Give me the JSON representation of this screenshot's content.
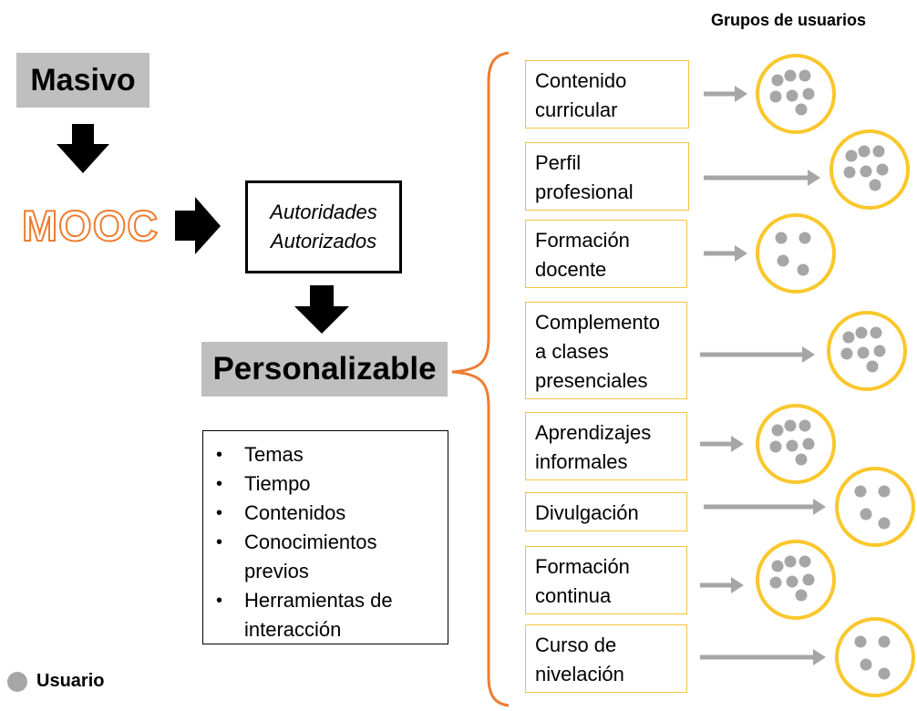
{
  "masivo": "Masivo",
  "mooc": "MOOC",
  "authorities": [
    "Autoridades",
    "Autorizados"
  ],
  "personalizable": "Personalizable",
  "features": [
    "Temas",
    "Tiempo",
    "Contenidos",
    "Conocimientos previos",
    "Herramientas de interacción"
  ],
  "bullet_glyph": "•",
  "group_header": "Grupos de usuarios",
  "categories": [
    {
      "lines": [
        "Contenido",
        "curricular"
      ],
      "users": 7
    },
    {
      "lines": [
        "Perfil",
        "profesional"
      ],
      "users": 7
    },
    {
      "lines": [
        "Formación",
        "docente"
      ],
      "users": 4
    },
    {
      "lines": [
        "Complemento",
        "a clases",
        "presenciales"
      ],
      "users": 7
    },
    {
      "lines": [
        "Aprendizajes",
        "informales"
      ],
      "users": 7
    },
    {
      "lines": [
        "Divulgación"
      ],
      "users": 4
    },
    {
      "lines": [
        "Formación",
        "continua"
      ],
      "users": 7
    },
    {
      "lines": [
        "Curso de",
        "nivelación"
      ],
      "users": 4
    }
  ],
  "legend_label": "Usuario",
  "colors": {
    "label_bg": "#bfbfbf",
    "accent_orange": "#ed7d31",
    "box_border": "#f5c242",
    "circle_border": "#fac72c",
    "user_dot": "#a6a6a6",
    "arrow_gray": "#a6a6a6"
  }
}
